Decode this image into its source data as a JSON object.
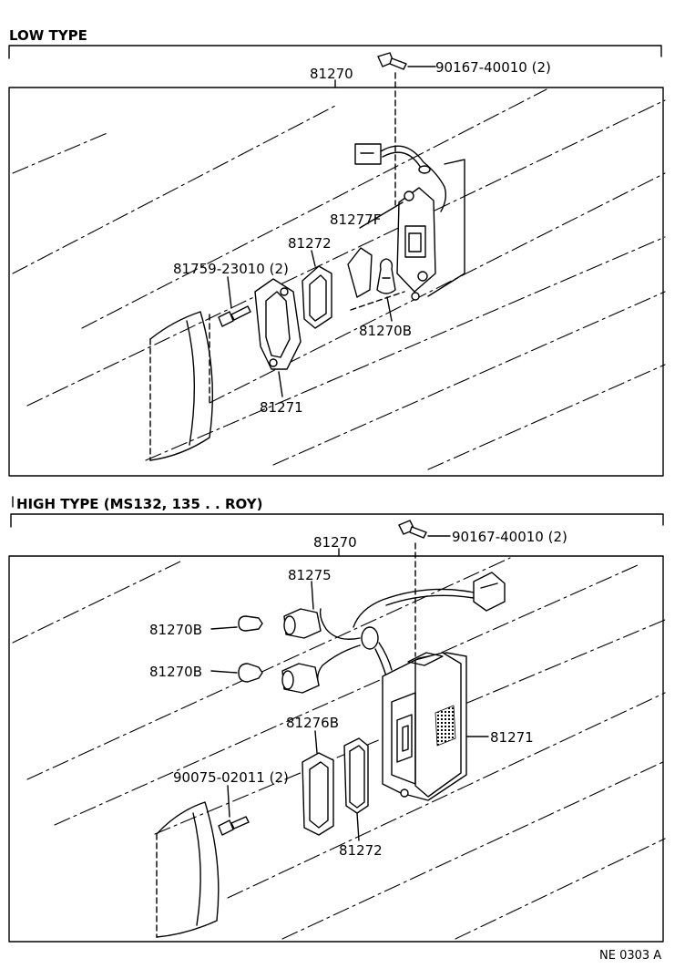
{
  "sections": {
    "low": {
      "title": "LOW TYPE",
      "labels": {
        "top_screw": "90167-40010 (2)",
        "assy": "81270",
        "gasket_f": "81277F",
        "gasket": "81272",
        "screw": "81759-23010 (2)",
        "bulb": "81270B",
        "lens": "81271"
      }
    },
    "high": {
      "title": "HIGH TYPE (MS132, 135 . . ROY)",
      "labels": {
        "top_screw": "90167-40010 (2)",
        "assy": "81270",
        "socket": "81275",
        "bulb1": "81270B",
        "bulb2": "81270B",
        "gasket_b": "81276B",
        "screw": "90075-02011 (2)",
        "lens": "81271",
        "gasket": "81272"
      }
    }
  },
  "figure_code": "NE  0303 A"
}
